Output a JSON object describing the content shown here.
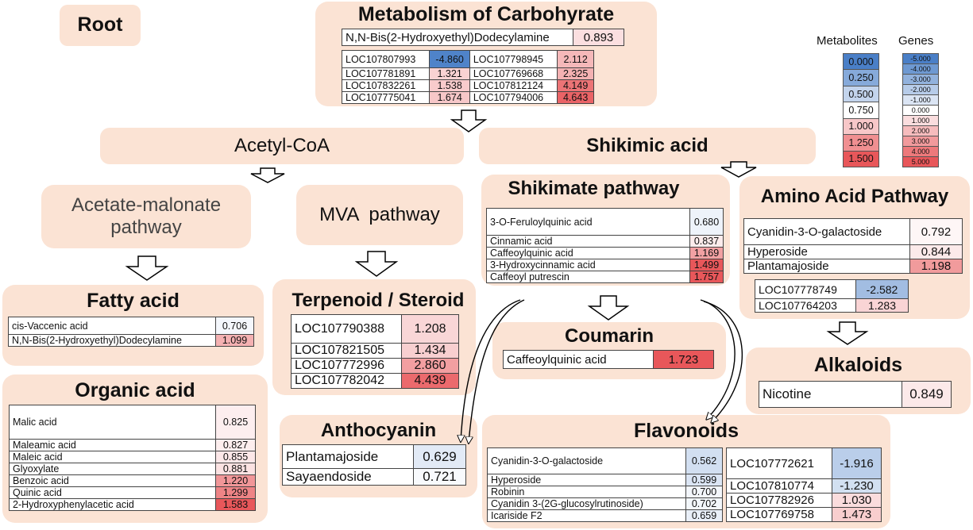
{
  "root_label": "Root",
  "carbohydrate": {
    "title": "Metabolism of Carbohyrate",
    "metabolite": {
      "name": "N,N-Bis(2-Hydroxyethyl)Dodecylamine",
      "value": "0.893"
    },
    "genes": [
      [
        "LOC107807993",
        "-4.860",
        "LOC107798945",
        "2.112"
      ],
      [
        "LOC107781891",
        "1.321",
        "LOC107769668",
        "2.325"
      ],
      [
        "LOC107832261",
        "1.538",
        "LOC107812124",
        "4.149"
      ],
      [
        "LOC107775041",
        "1.674",
        "LOC107794006",
        "4.643"
      ]
    ]
  },
  "legend": {
    "metabolites_title": "Metabolites",
    "genes_title": "Genes",
    "metabolites": [
      "0.000",
      "0.250",
      "0.500",
      "0.750",
      "1.000",
      "1.250",
      "1.500"
    ],
    "genes": [
      "-5.000",
      "-4.000",
      "-3.000",
      "-2.000",
      "-1.000",
      "0.000",
      "1.000",
      "2.000",
      "3.000",
      "4.000",
      "5.000"
    ]
  },
  "acetyl_coa": {
    "title": "Acetyl-CoA"
  },
  "shikimic_acid": {
    "title": "Shikimic acid"
  },
  "acetate_malonate": {
    "title_line1": "Acetate-malonate",
    "title_line2": "pathway"
  },
  "mva": {
    "title": "MVA  pathway"
  },
  "shikimate_pathway": {
    "title": "Shikimate pathway",
    "rows": [
      [
        "3-O-Feruloylquinic acid",
        "0.680"
      ],
      [
        "Cinnamic acid",
        "0.837"
      ],
      [
        "Caffeoylquinic acid",
        "1.169"
      ],
      [
        "3-Hydroxycinnamic acid",
        "1.499"
      ],
      [
        "Caffeoyl putrescin",
        "1.757"
      ]
    ]
  },
  "amino_acid": {
    "title": "Amino Acid Pathway",
    "rows": [
      [
        "Cyanidin-3-O-galactoside",
        "0.792"
      ],
      [
        "Hyperoside",
        "0.844"
      ],
      [
        "Plantamajoside",
        "1.198"
      ]
    ],
    "genes": [
      [
        "LOC107778749",
        "-2.582"
      ],
      [
        "LOC107764203",
        "1.283"
      ]
    ]
  },
  "fatty_acid": {
    "title": "Fatty acid",
    "rows": [
      [
        "cis-Vaccenic acid",
        "0.706"
      ],
      [
        "N,N-Bis(2-Hydroxyethyl)Dodecylamine",
        "1.099"
      ]
    ]
  },
  "terpenoid": {
    "title": "Terpenoid / Steroid",
    "genes": [
      [
        "LOC107790388",
        "1.208"
      ],
      [
        "LOC107821505",
        "1.434"
      ],
      [
        "LOC107772996",
        "2.860"
      ],
      [
        "LOC107782042",
        "4.439"
      ]
    ]
  },
  "coumarin": {
    "title": "Coumarin",
    "rows": [
      [
        "Caffeoylquinic acid",
        "1.723"
      ]
    ]
  },
  "alkaloids": {
    "title": "Alkaloids",
    "rows": [
      [
        "Nicotine",
        "0.849"
      ]
    ]
  },
  "organic_acid": {
    "title": "Organic acid",
    "rows": [
      [
        "Malic acid",
        "0.825"
      ],
      [
        "Maleamic acid",
        "0.827"
      ],
      [
        "Maleic acid",
        "0.855"
      ],
      [
        "Glyoxylate",
        "0.881"
      ],
      [
        "Benzoic acid",
        "1.220"
      ],
      [
        "Quinic acid",
        "1.299"
      ],
      [
        "2-Hydroxyphenylacetic acid",
        "1.583"
      ]
    ]
  },
  "anthocyanin": {
    "title": "Anthocyanin",
    "rows": [
      [
        "Plantamajoside",
        "0.629"
      ],
      [
        "Sayaendoside",
        "0.721"
      ]
    ]
  },
  "flavonoids": {
    "title": "Flavonoids",
    "rows": [
      [
        "Cyanidin-3-O-galactoside",
        "0.562"
      ],
      [
        "Hyperoside",
        "0.599"
      ],
      [
        "Robinin",
        "0.700"
      ],
      [
        "Cyanidin 3-(2G-glucosylrutinoside)",
        "0.702"
      ],
      [
        "Icariside F2",
        "0.659"
      ]
    ],
    "genes": [
      [
        "LOC107772621",
        "-1.916"
      ],
      [
        "LOC107810774",
        "-1.230"
      ],
      [
        "LOC107782926",
        "1.030"
      ],
      [
        "LOC107769758",
        "1.473"
      ]
    ]
  },
  "colors": {
    "box_fill": "#fbe3d4",
    "scale_low": "#4a7fc7",
    "scale_mid": "#ffffff",
    "scale_high": "#e8575a"
  }
}
